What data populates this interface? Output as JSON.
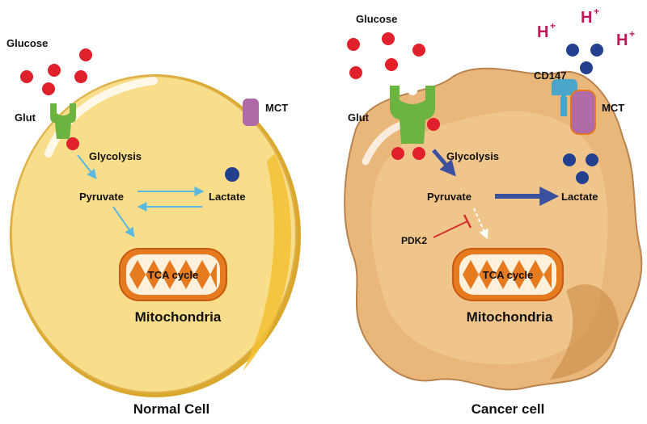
{
  "normal_cell": {
    "title": "Normal Cell",
    "glucose": "Glucose",
    "glut": "Glut",
    "mct": "MCT",
    "glycolysis": "Glycolysis",
    "pyruvate": "Pyruvate",
    "lactate": "Lactate",
    "tca": "TCA cycle",
    "mitochondria": "Mitochondria"
  },
  "cancer_cell": {
    "title": "Cancer cell",
    "glucose": "Glucose",
    "glut": "Glut",
    "cd147": "CD147",
    "mct": "MCT",
    "h_plus": "H",
    "h_plus_sup": "+",
    "glycolysis": "Glycolysis",
    "pyruvate": "Pyruvate",
    "lactate": "Lactate",
    "pdk2": "PDK2",
    "tca": "TCA cycle",
    "mitochondria": "Mitochondria"
  },
  "colors": {
    "glucose": "#e0202a",
    "lactate": "#23408f",
    "glut": "#6cb43f",
    "mct": "#b06aa8",
    "cd147": "#4aa6c9",
    "arrow_normal": "#5bb8e0",
    "arrow_cancer": "#3c50a0",
    "inhibit": "#d32f2f",
    "h_plus": "#c2185b",
    "mito_outer": "#e57a1f"
  }
}
